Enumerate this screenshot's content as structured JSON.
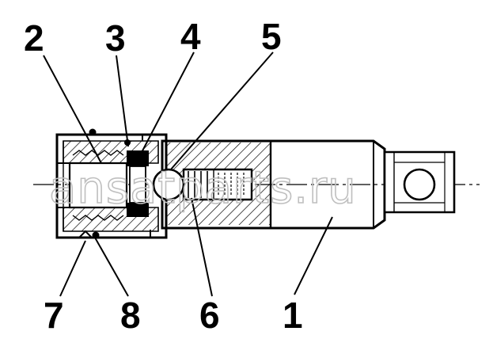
{
  "labels": {
    "l1": "1",
    "l2": "2",
    "l3": "3",
    "l4": "4",
    "l5": "5",
    "l6": "6",
    "l7": "7",
    "l8": "8"
  },
  "watermark": "ansatparts.ru",
  "colors": {
    "ink": "#000000",
    "watermark": "#bfbfbf",
    "background": "#ffffff"
  }
}
